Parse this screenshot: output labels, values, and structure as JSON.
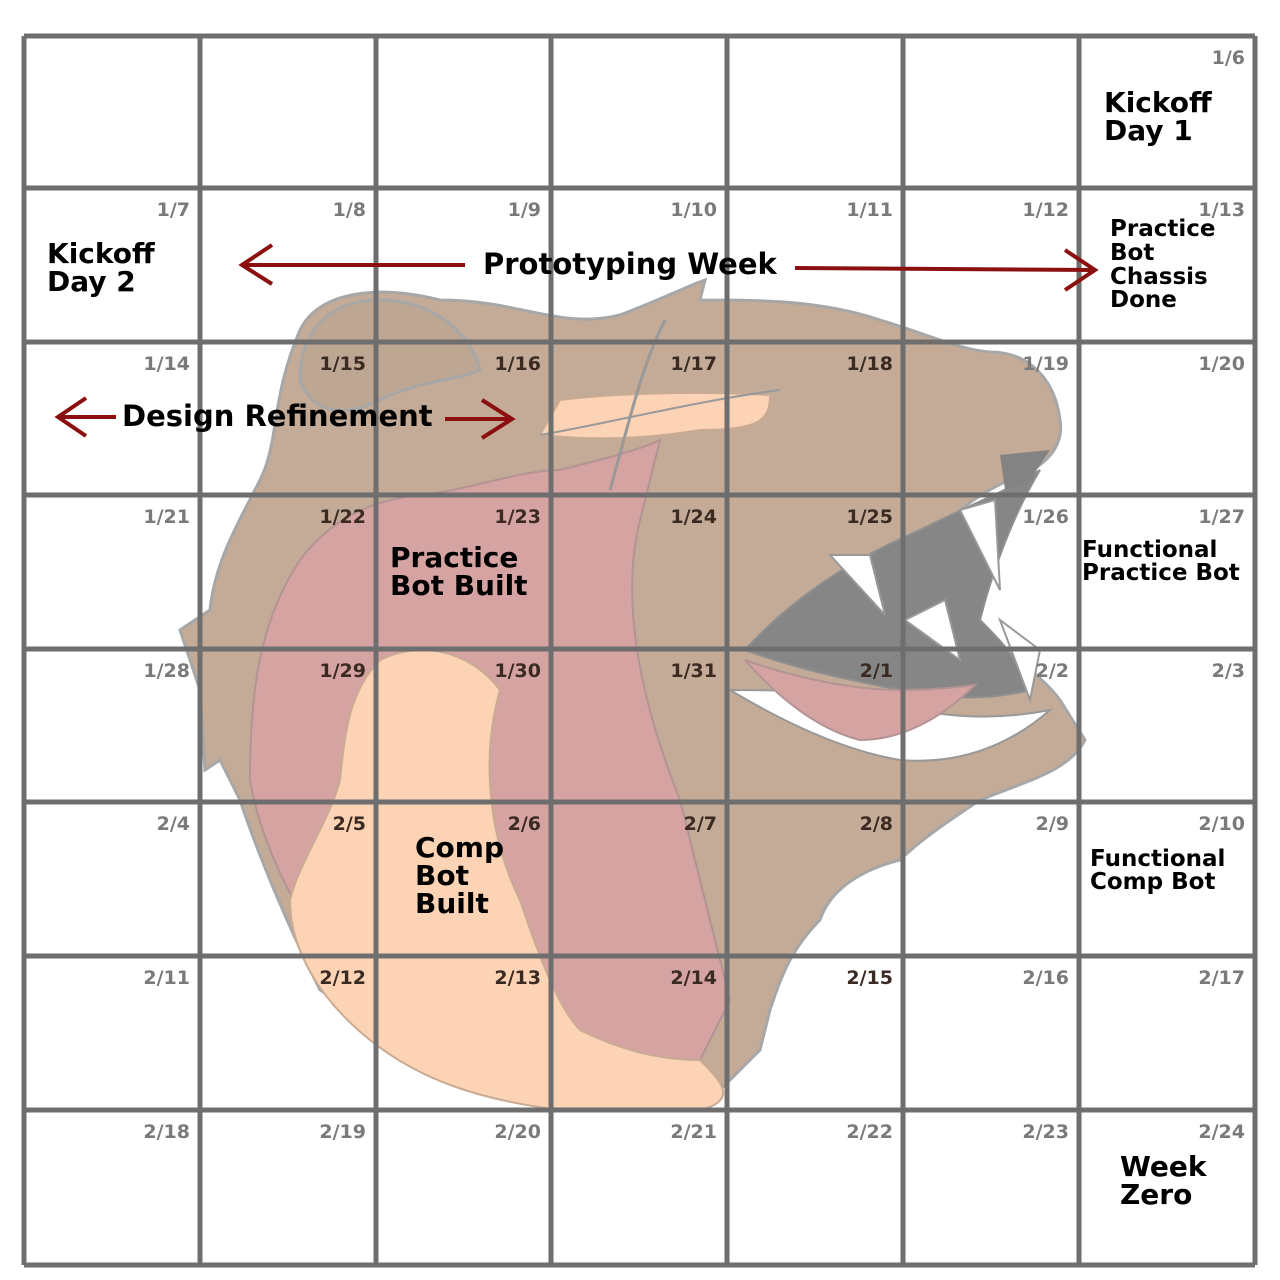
{
  "calendar": {
    "dates": [
      [
        "",
        "",
        "",
        "",
        "",
        "",
        "1/6"
      ],
      [
        "1/7",
        "1/8",
        "1/9",
        "1/10",
        "1/11",
        "1/12",
        "1/13"
      ],
      [
        "1/14",
        "1/15",
        "1/16",
        "1/17",
        "1/18",
        "1/19",
        "1/20"
      ],
      [
        "1/21",
        "1/22",
        "1/23",
        "1/24",
        "1/25",
        "1/26",
        "1/27"
      ],
      [
        "1/28",
        "1/29",
        "1/30",
        "1/31",
        "2/1",
        "2/2",
        "2/3"
      ],
      [
        "2/4",
        "2/5",
        "2/6",
        "2/7",
        "2/8",
        "2/9",
        "2/10"
      ],
      [
        "2/11",
        "2/12",
        "2/13",
        "2/14",
        "2/15",
        "2/16",
        "2/17"
      ],
      [
        "2/18",
        "2/19",
        "2/20",
        "2/21",
        "2/22",
        "2/23",
        "2/24"
      ]
    ],
    "events": {
      "kickoff_day1": [
        "Kickoff",
        "Day 1"
      ],
      "kickoff_day2": [
        "Kickoff",
        "Day 2"
      ],
      "practice_chassis": [
        "Practice",
        "Bot",
        "Chassis",
        "Done"
      ],
      "practice_built": [
        "Practice",
        "Bot Built"
      ],
      "functional_practice": [
        "Functional",
        "Practice Bot"
      ],
      "comp_built": [
        "Comp",
        "Bot",
        "Built"
      ],
      "functional_comp": [
        "Functional",
        "Comp Bot"
      ],
      "week_zero": [
        "Week",
        "Zero"
      ]
    },
    "spans": {
      "prototyping": "Prototyping Week",
      "design_refinement": "Design Refinement"
    }
  },
  "colors": {
    "grid_line": "#6e6e6e",
    "arrow": "#8b0f0f",
    "mascot_fur": "#b8967a",
    "mascot_mane_red": "#c98585",
    "mascot_mane_peach": "#fdc59d",
    "date_text": "#7a7a7a"
  },
  "mascot": {
    "icon": "bear-head-mascot-icon"
  }
}
